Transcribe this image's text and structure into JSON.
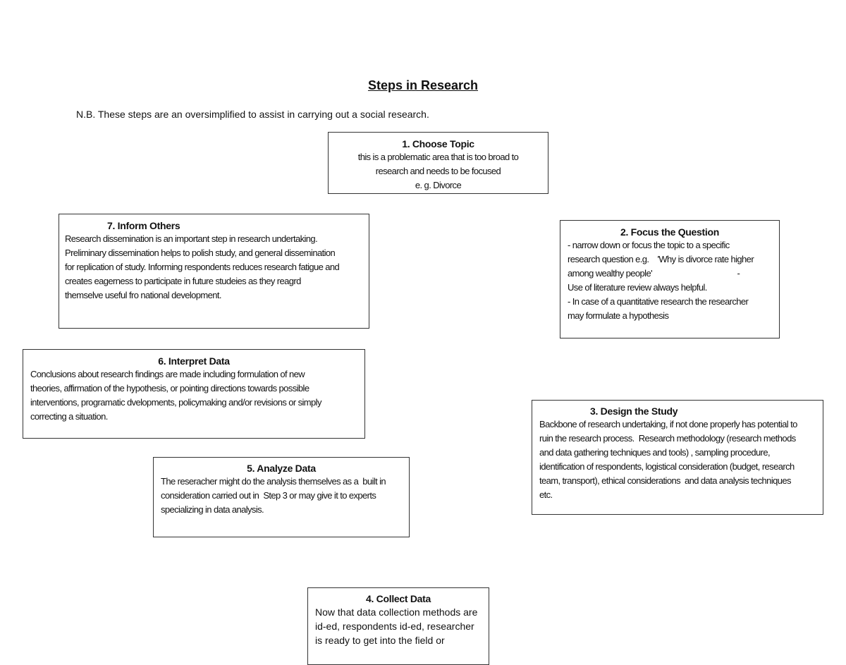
{
  "title": "Steps in Research",
  "note": "N.B. These steps are an oversimplified to assist in carrying out a social research.",
  "steps": [
    {
      "id": "step-1",
      "heading": "1. Choose Topic",
      "lines": [
        "this is a problematic area that is too broad to",
        "research and needs to be focused",
        "e. g. Divorce"
      ]
    },
    {
      "id": "step-2",
      "heading": "2. Focus the Question",
      "lines": [
        "- narrow down or focus the topic to a specific",
        "research question e.g.    'Why is divorce rate higher",
        "among wealthy people'                                        -",
        "Use of literature review always helpful.",
        "- In case of a quantitative research the researcher",
        "may formulate a hypothesis"
      ]
    },
    {
      "id": "step-3",
      "heading": "3.  Design the Study",
      "lines": [
        "Backbone of research undertaking, if not done properly has potential to",
        "ruin the research process.  Research methodology (research methods",
        "and data gathering techniques and tools) , sampling procedure,",
        "identification of respondents, logistical consideration (budget, research",
        "team, transport), ethical considerations  and data analysis techniques",
        "etc."
      ]
    },
    {
      "id": "step-4",
      "heading": "4. Collect Data",
      "lines": [
        "Now that data collection methods are",
        "id-ed, respondents id-ed, researcher",
        "is ready to get into the field or"
      ]
    },
    {
      "id": "step-5",
      "heading": "5. Analyze Data",
      "lines": [
        "The reseracher might do the analysis themselves as a  built in",
        "consideration carried out in  Step 3 or may give it to experts",
        "specializing in data analysis."
      ]
    },
    {
      "id": "step-6",
      "heading": "6. Interpret Data",
      "lines": [
        "Conclusions about research findings are made including formulation of new",
        "theories, affirmation of the hypothesis, or pointing directions towards possible",
        "interventions, programatic dvelopments, policymaking and/or revisions or simply",
        "correcting a situation."
      ]
    },
    {
      "id": "step-7",
      "heading": "7. Inform Others",
      "lines": [
        "Research dissemination is an important step in research undertaking.",
        "Preliminary dissemination helps to polish study, and general dissemination",
        "for replication of study. Informing respondents reduces research fatigue and",
        "creates eagerness to participate in future studeies as they reagrd",
        "themselve useful fro national development."
      ]
    }
  ]
}
